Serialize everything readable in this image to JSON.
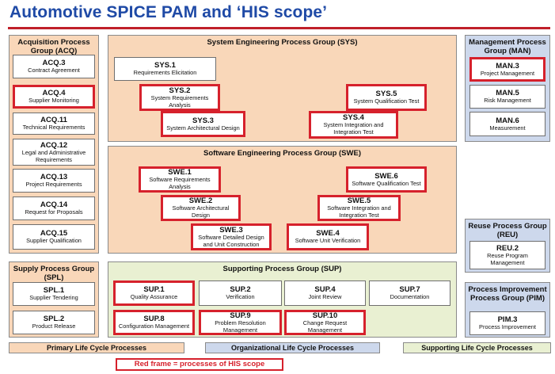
{
  "title": "Automotive SPICE PAM and ‘HIS scope’",
  "groups": {
    "acq": {
      "title": "Acquisition Process Group (ACQ)"
    },
    "sys": {
      "title": "System Engineering Process Group (SYS)"
    },
    "man": {
      "title": "Management Process Group (MAN)"
    },
    "swe": {
      "title": "Software Engineering Process Group (SWE)"
    },
    "spl": {
      "title": "Supply Process Group (SPL)"
    },
    "sup": {
      "title": "Supporting Process Group (SUP)"
    },
    "reu": {
      "title": "Reuse Process Group (REU)"
    },
    "pim": {
      "title": "Process Improvement Process Group (PIM)"
    }
  },
  "processes": {
    "acq3": {
      "id": "ACQ.3",
      "name": "Contract Agreement",
      "his": false
    },
    "acq4": {
      "id": "ACQ.4",
      "name": "Supplier Monitoring",
      "his": true
    },
    "acq11": {
      "id": "ACQ.11",
      "name": "Technical Requirements",
      "his": false
    },
    "acq12": {
      "id": "ACQ.12",
      "name": "Legal and Administrative Requirements",
      "his": false
    },
    "acq13": {
      "id": "ACQ.13",
      "name": "Project Requirements",
      "his": false
    },
    "acq14": {
      "id": "ACQ.14",
      "name": "Request for Proposals",
      "his": false
    },
    "acq15": {
      "id": "ACQ.15",
      "name": "Supplier Qualification",
      "his": false
    },
    "sys1": {
      "id": "SYS.1",
      "name": "Requirements Elicitation",
      "his": false
    },
    "sys2": {
      "id": "SYS.2",
      "name": "System Requirements Analysis",
      "his": true
    },
    "sys3": {
      "id": "SYS.3",
      "name": "System Architectural Design",
      "his": true
    },
    "sys4": {
      "id": "SYS.4",
      "name": "System Integration and Integration Test",
      "his": true
    },
    "sys5": {
      "id": "SYS.5",
      "name": "System Qualification Test",
      "his": true
    },
    "swe1": {
      "id": "SWE.1",
      "name": "Software Requirements Analysis",
      "his": true
    },
    "swe2": {
      "id": "SWE.2",
      "name": "Software Architectural Design",
      "his": true
    },
    "swe3": {
      "id": "SWE.3",
      "name": "Software Detailed Design and Unit Construction",
      "his": true
    },
    "swe4": {
      "id": "SWE.4",
      "name": "Software Unit Verification",
      "his": true
    },
    "swe5": {
      "id": "SWE.5",
      "name": "Software Integration and Integration Test",
      "his": true
    },
    "swe6": {
      "id": "SWE.6",
      "name": "Software Qualification Test",
      "his": true
    },
    "man3": {
      "id": "MAN.3",
      "name": "Project Management",
      "his": true
    },
    "man5": {
      "id": "MAN.5",
      "name": "Risk Management",
      "his": false
    },
    "man6": {
      "id": "MAN.6",
      "name": "Measurement",
      "his": false
    },
    "reu2": {
      "id": "REU.2",
      "name": "Reuse Program Management",
      "his": false
    },
    "pim3": {
      "id": "PIM.3",
      "name": "Process Improvement",
      "his": false
    },
    "spl1": {
      "id": "SPL.1",
      "name": "Supplier Tendering",
      "his": false
    },
    "spl2": {
      "id": "SPL.2",
      "name": "Product Release",
      "his": false
    },
    "sup1": {
      "id": "SUP.1",
      "name": "Quality Assurance",
      "his": true
    },
    "sup2": {
      "id": "SUP.2",
      "name": "Verification",
      "his": false
    },
    "sup4": {
      "id": "SUP.4",
      "name": "Joint Review",
      "his": false
    },
    "sup7": {
      "id": "SUP.7",
      "name": "Documentation",
      "his": false
    },
    "sup8": {
      "id": "SUP.8",
      "name": "Configuration Management",
      "his": true
    },
    "sup9": {
      "id": "SUP.9",
      "name": "Problem Resolution Management",
      "his": true
    },
    "sup10": {
      "id": "SUP.10",
      "name": "Change Request Management",
      "his": true
    }
  },
  "bands": {
    "primary": "Primary Life Cycle Processes",
    "organizational": "Organizational Life Cycle Processes",
    "supporting": "Supporting Life Cycle Processes"
  },
  "legend": "Red frame = processes of HIS scope",
  "colors": {
    "title": "#1f4aa6",
    "his_frame": "#d6212c",
    "primary_fill": "#f9d7b9",
    "organizational_fill": "#cdd8ec",
    "supporting_fill": "#e9f0d2"
  }
}
